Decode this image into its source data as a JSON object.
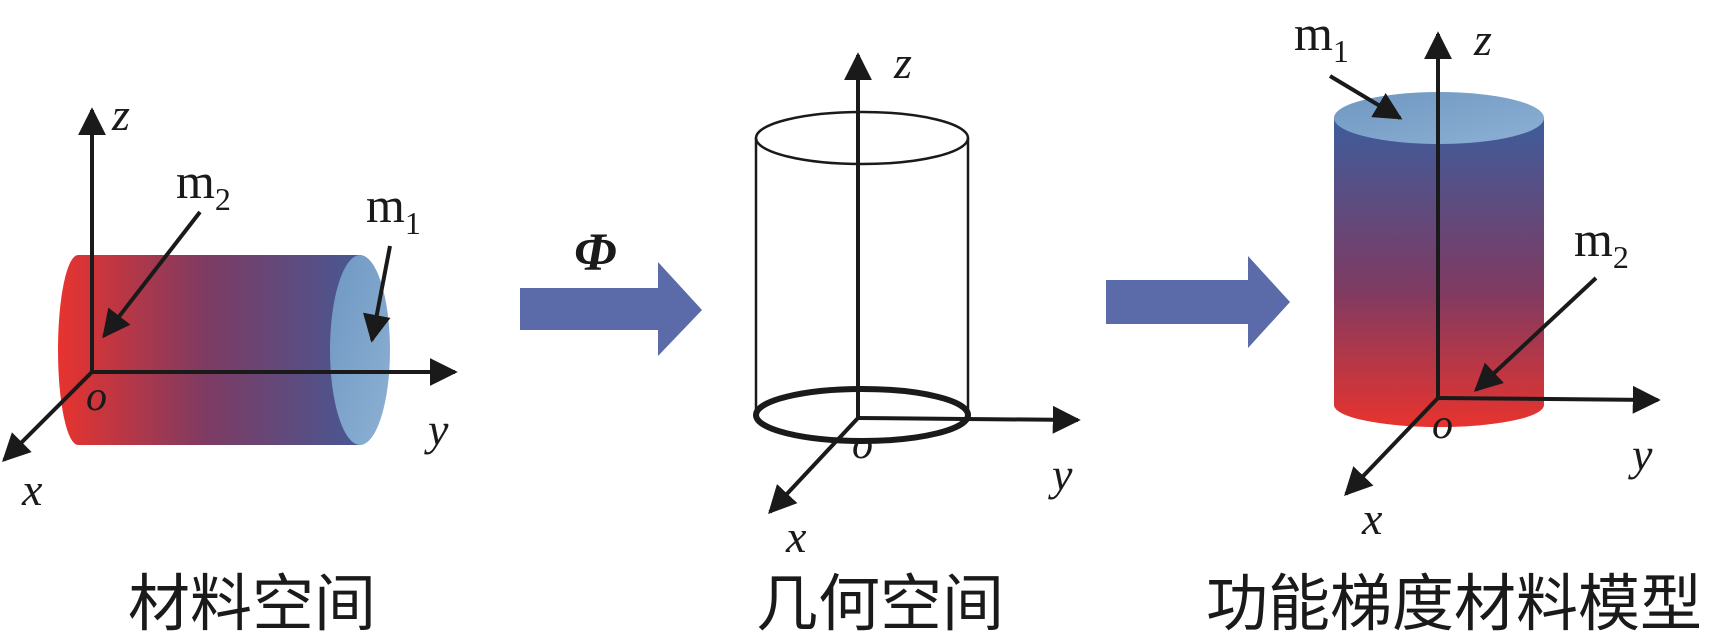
{
  "panels": {
    "material_space": {
      "caption": "材料空间",
      "axis_z": "z",
      "axis_y": "y",
      "axis_x": "x",
      "origin": "o",
      "label_m2": "m",
      "label_m2_sub": "2",
      "label_m1": "m",
      "label_m1_sub": "1"
    },
    "geometric_space": {
      "caption": "几何空间",
      "axis_z": "z",
      "axis_y": "y",
      "axis_x": "x",
      "origin": "o"
    },
    "fgm_model": {
      "caption": "功能梯度材料模型",
      "axis_z": "z",
      "axis_y": "y",
      "axis_x": "x",
      "origin": "o",
      "label_m1": "m",
      "label_m1_sub": "1",
      "label_m2": "m",
      "label_m2_sub": "2"
    }
  },
  "mapping_label": "Φ",
  "colors": {
    "gradient_red": "#e8332e",
    "gradient_mid": "#7a3a5e",
    "gradient_blue": "#3d5d9c",
    "cap_light_blue": "#7fa6cc",
    "arrow_fill": "#5b6aa8",
    "ink": "#1a1a1a"
  },
  "icons": {
    "forward_arrow": "block-arrow-right-icon"
  }
}
